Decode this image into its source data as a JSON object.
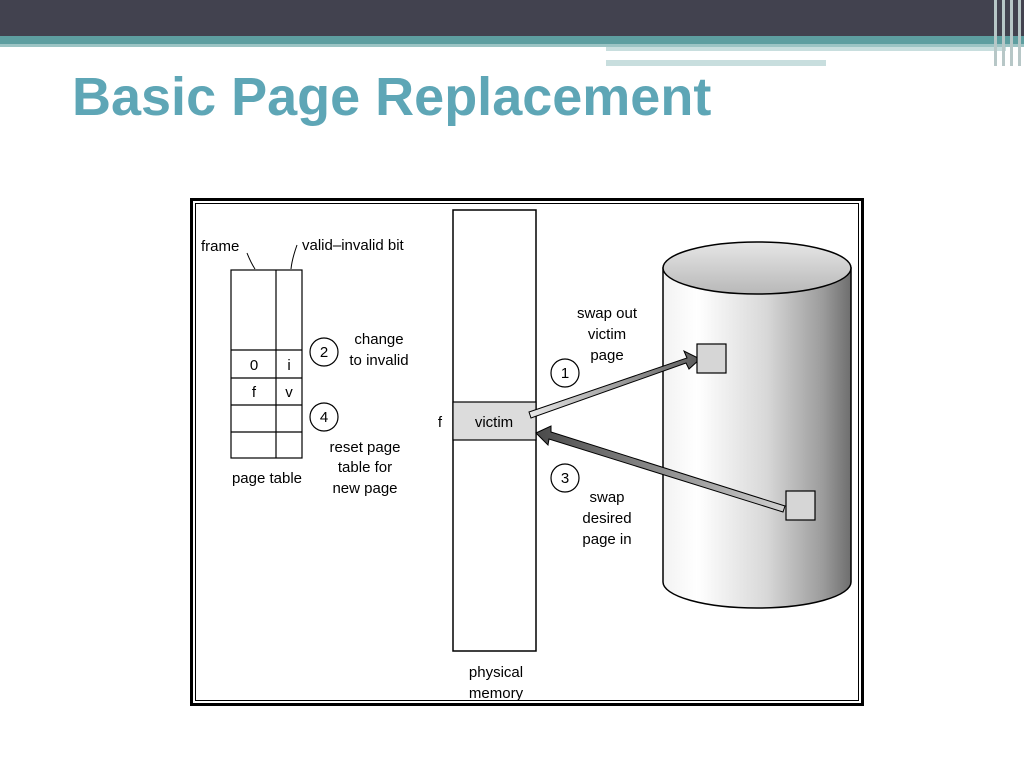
{
  "slide": {
    "title": "Basic Page Replacement"
  },
  "diagram": {
    "page_table": {
      "label": "page table",
      "column_frame_label": "frame",
      "column_bit_label": "valid–invalid bit",
      "rows": [
        {
          "frame": "0",
          "bit": "i"
        },
        {
          "frame": "f",
          "bit": "v"
        }
      ]
    },
    "physical_memory": {
      "label_line1": "physical",
      "label_line2": "memory",
      "frame_label": "f",
      "victim_label": "victim"
    },
    "steps": [
      {
        "number": "1",
        "lines": [
          "swap out",
          "victim",
          "page"
        ]
      },
      {
        "number": "2",
        "lines": [
          "change",
          "to invalid"
        ]
      },
      {
        "number": "3",
        "lines": [
          "swap",
          "desired",
          "page in"
        ]
      },
      {
        "number": "4",
        "lines": [
          "reset page",
          "table for",
          "new page"
        ]
      }
    ]
  }
}
